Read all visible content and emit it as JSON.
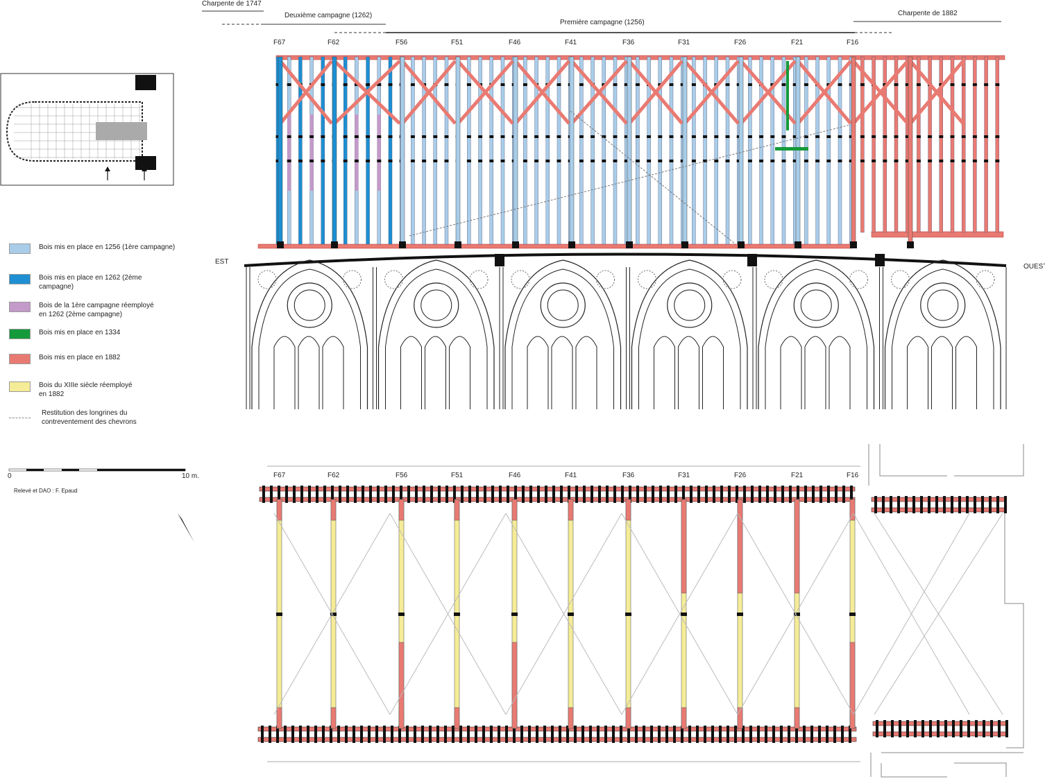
{
  "colors": {
    "wood_1256": "#a9cde9",
    "wood_1262": "#1d8fd2",
    "wood_reused_1262": "#c39ac9",
    "wood_1334": "#159a3b",
    "wood_1882": "#e97a72",
    "wood_reused_1882": "#f5ec97"
  },
  "campaigns": {
    "c1747": "Charpente de 1747",
    "c1262": "Deuxième campagne (1262)",
    "c1256": "Première campagne (1256)",
    "c1882": "Charpente de 1882"
  },
  "frames": [
    "F67",
    "F62",
    "F56",
    "F51",
    "F46",
    "F41",
    "F36",
    "F31",
    "F26",
    "F21",
    "F16"
  ],
  "orientation": {
    "east": "EST",
    "west": "OUEST"
  },
  "legend": [
    {
      "label": "Bois mis en place en 1256 (1ère campagne)",
      "color": "#a9cde9"
    },
    {
      "label": "Bois mis en place en 1262 (2ème campagne)",
      "color": "#1d8fd2"
    },
    {
      "label": "Bois de la 1ère campagne réemployé en 1262 (2ème campagne)",
      "color": "#c39ac9"
    },
    {
      "label": "Bois mis en place en 1334",
      "color": "#159a3b"
    },
    {
      "label": "Bois mis en place en 1882",
      "color": "#e97a72"
    },
    {
      "label": "Bois du XIIIe siècle réemployé en 1882",
      "color": "#f5ec97"
    },
    {
      "label": "Restitution des longrines du contreventement des chevrons",
      "color": "dashed"
    }
  ],
  "scale": {
    "start": "0",
    "end": "10 m."
  },
  "credit": "Relevé et DAO : F. Epaud"
}
